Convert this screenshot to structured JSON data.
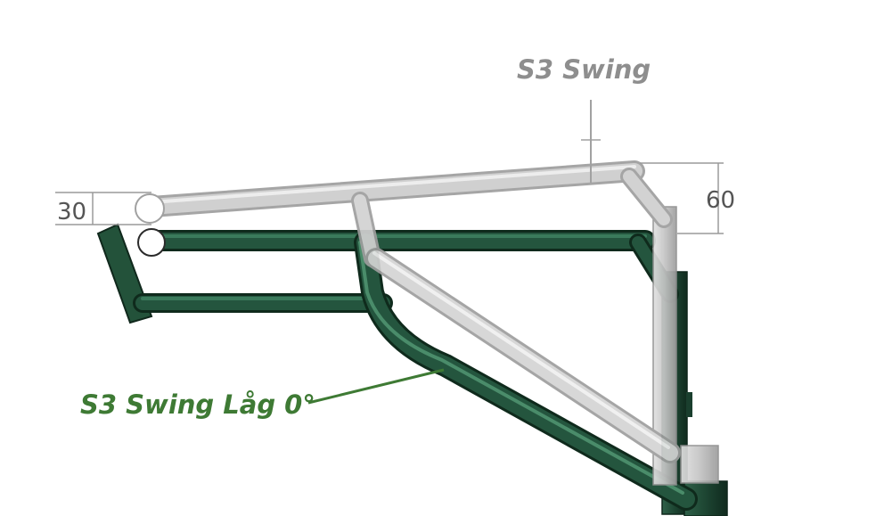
{
  "labels": {
    "swing": "S3 Swing",
    "swing_low": "S3 Swing Låg 0°"
  },
  "dimensions": {
    "left": "30",
    "right": "60"
  },
  "colors": {
    "swing_frame": "#c4c4c4",
    "swing_low_frame": "#24503a",
    "swing_label": "#8e8e8e",
    "swing_low_label": "#3e7a34",
    "dimension_lines": "#9a9a9a"
  }
}
